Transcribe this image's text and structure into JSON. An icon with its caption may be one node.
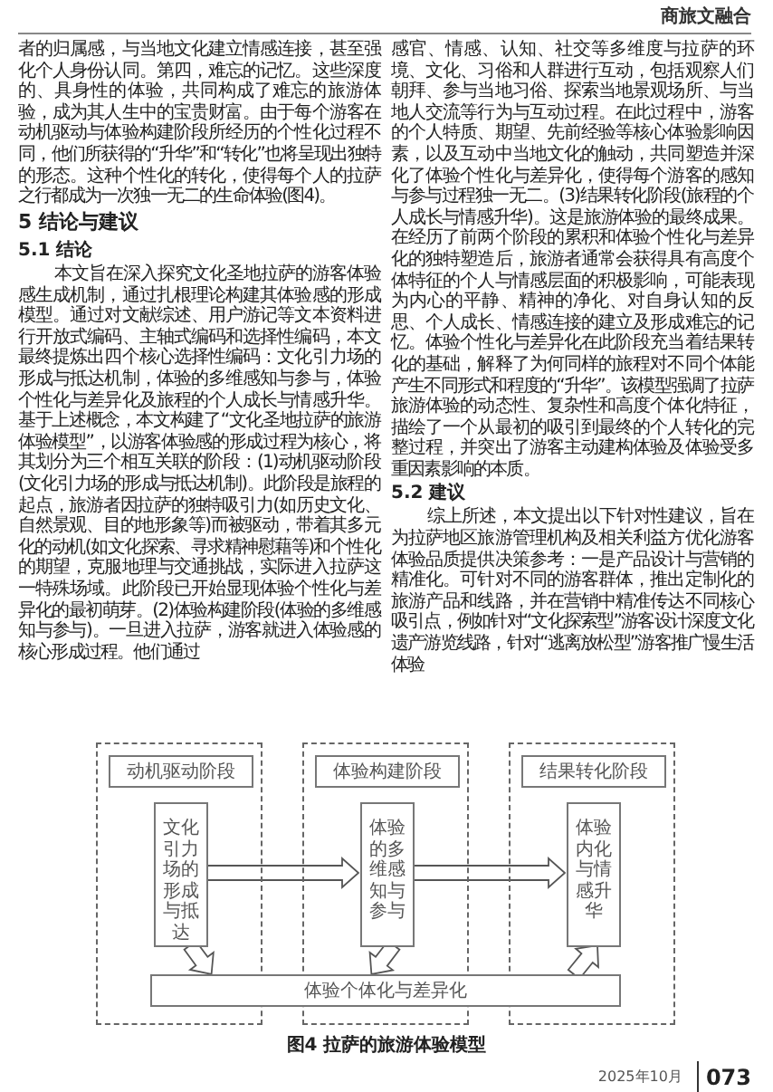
{
  "diagram": {
    "caption": "图4 拉萨的旅游体验模型",
    "nodes": [
      {
        "text": [],
        "shape": "box"
      },
      {
        "text": [
          "动机驱动阶段"
        ],
        "in": 0
      },
      {
        "text": [
          "文化引力场的形成与抵达"
        ],
        "in": 0
      },
      {
        "text": [],
        "shape": "box"
      },
      {
        "text": [
          "体验构建阶段"
        ],
        "in": 3
      },
      {
        "text": [
          "体验的多维感知与参与"
        ],
        "in": 3
      },
      {
        "text": [],
        "shape": "box"
      },
      {
        "text": [
          "结果转化阶段"
        ],
        "in": 6
      },
      {
        "text": [
          "体验内化与情感升华"
        ],
        "in": 6
      },
      {
        "text": [
          "体验个体化与差异化"
        ]
      }
    ],
    "edges": [
      {
        "from": 2,
        "to": 5,
        "arrow": "to"
      },
      {
        "from": 5,
        "to": 8,
        "arrow": "to"
      },
      {
        "from": 2,
        "to": 9,
        "arrow": "to"
      },
      {
        "from": 5,
        "to": 9,
        "arrow": "to"
      },
      {
        "from": 9,
        "to": 8,
        "arrow": "to"
      }
    ],
    "labels": [
      "商旅文融合",
      "者的归属感，与当地文化建立情感连接，甚至强化个人身份认同。第四，难忘的记忆。这些深度的、具身性的体验，共同构成了难忘的旅游体验，成为其人生中的宝贵财富。由于每个游客在动机驱动与体验构建阶段所经历的个性化过程不同，他们所获得的“升华”和“转化”也将呈现出独特的形态。这种个性化的转化，使得每个人的拉萨之行都成为一次独一无二的生命体验(图4)。",
      "5 结论与建议",
      "5.1 结论",
      "本文旨在深入探究文化圣地拉萨的游客体验感生成机制，通过扎根理论构建其体验感的形成模型。通过对文献综述、用户游记等文本资料进行开放式编码、主轴式编码和选择性编码，本文最终提炼出四个核心选择性编码：文化引力场的形成与抵达机制，体验的多维感知与参与，体验个性化与差异化及旅程的个人成长与情感升华。基于上述概念，本文构建了“文化圣地拉萨的旅游体验模型”，以游客体验感的形成过程为核心，将其划分为三个相互关联的阶段：(1)动机驱动阶段(文化引力场的形成与抵达机制)。此阶段是旅程的起点，旅游者因拉萨的独特吸引力(如历史文化、自然景观、目的地形象等)而被驱动，带着其多元化的动机(如文化探索、寻求精神慰藉等)和个性化的期望，克服地理与交通挑战，实际进入拉萨这一特殊场域。此阶段已开始显现体验个性化与差异化的最初萌芽。(2)体验构建阶段(体验的多维感知与参与)。一旦进入拉萨，游客就进入体验感的核心形成过程。他们通过",
      "感官、情感、认知、社交等多维度与拉萨的环境、文化、习俗和人群进行互动，包括观察人们朝拜、参与当地习俗、探索当地景观场所、与当地人交流等行为与互动过程。在此过程中，游客的个人特质、期望、先前经验等核心体验影响因素，以及互动中当地文化的触动，共同塑造并深化了体验个性化与差异化，使得每个游客的感知与参与过程独一无二。(3)结果转化阶段(旅程的个人成长与情感升华)。这是旅游体验的最终成果。在经历了前两个阶段的累积和体验个性化与差异化的独特塑造后，旅游者通常会获得具有高度个体特征的个人与情感层面的积极影响，可能表现为内心的平静、精神的净化、对自身认知的反思、个人成长、情感连接的建立及形成难忘的记忆。体验个性化与差异化在此阶段充当着结果转化的基础，解释了为何同样的旅程对不同个体能产生不同形式和程度的“升华”。该模型强调了拉萨旅游体验的动态性、复杂性和高度个体化特征，描绘了一个从最初的吸引到最终的个人转化的完整过程，并突出了游客主动建构体验及体验受多重因素影响的本质。",
      "5.2 建议",
      "综上所述，本文提出以下针对性建议，旨在为拉萨地区旅游管理机构及相关利益方优化游客体验品质提供决策参考：一是产品设计与营销的精准化。可针对不同的游客群体，推出定制化的旅游产品和线路，并在营销中精准传达不同核心吸引点，例如针对“文化探索型”游客设计深度文化遗产游览线路，针对“逃离放松型”游客推广慢生活体验",
      "2025年10月",
      "073"
    ]
  }
}
